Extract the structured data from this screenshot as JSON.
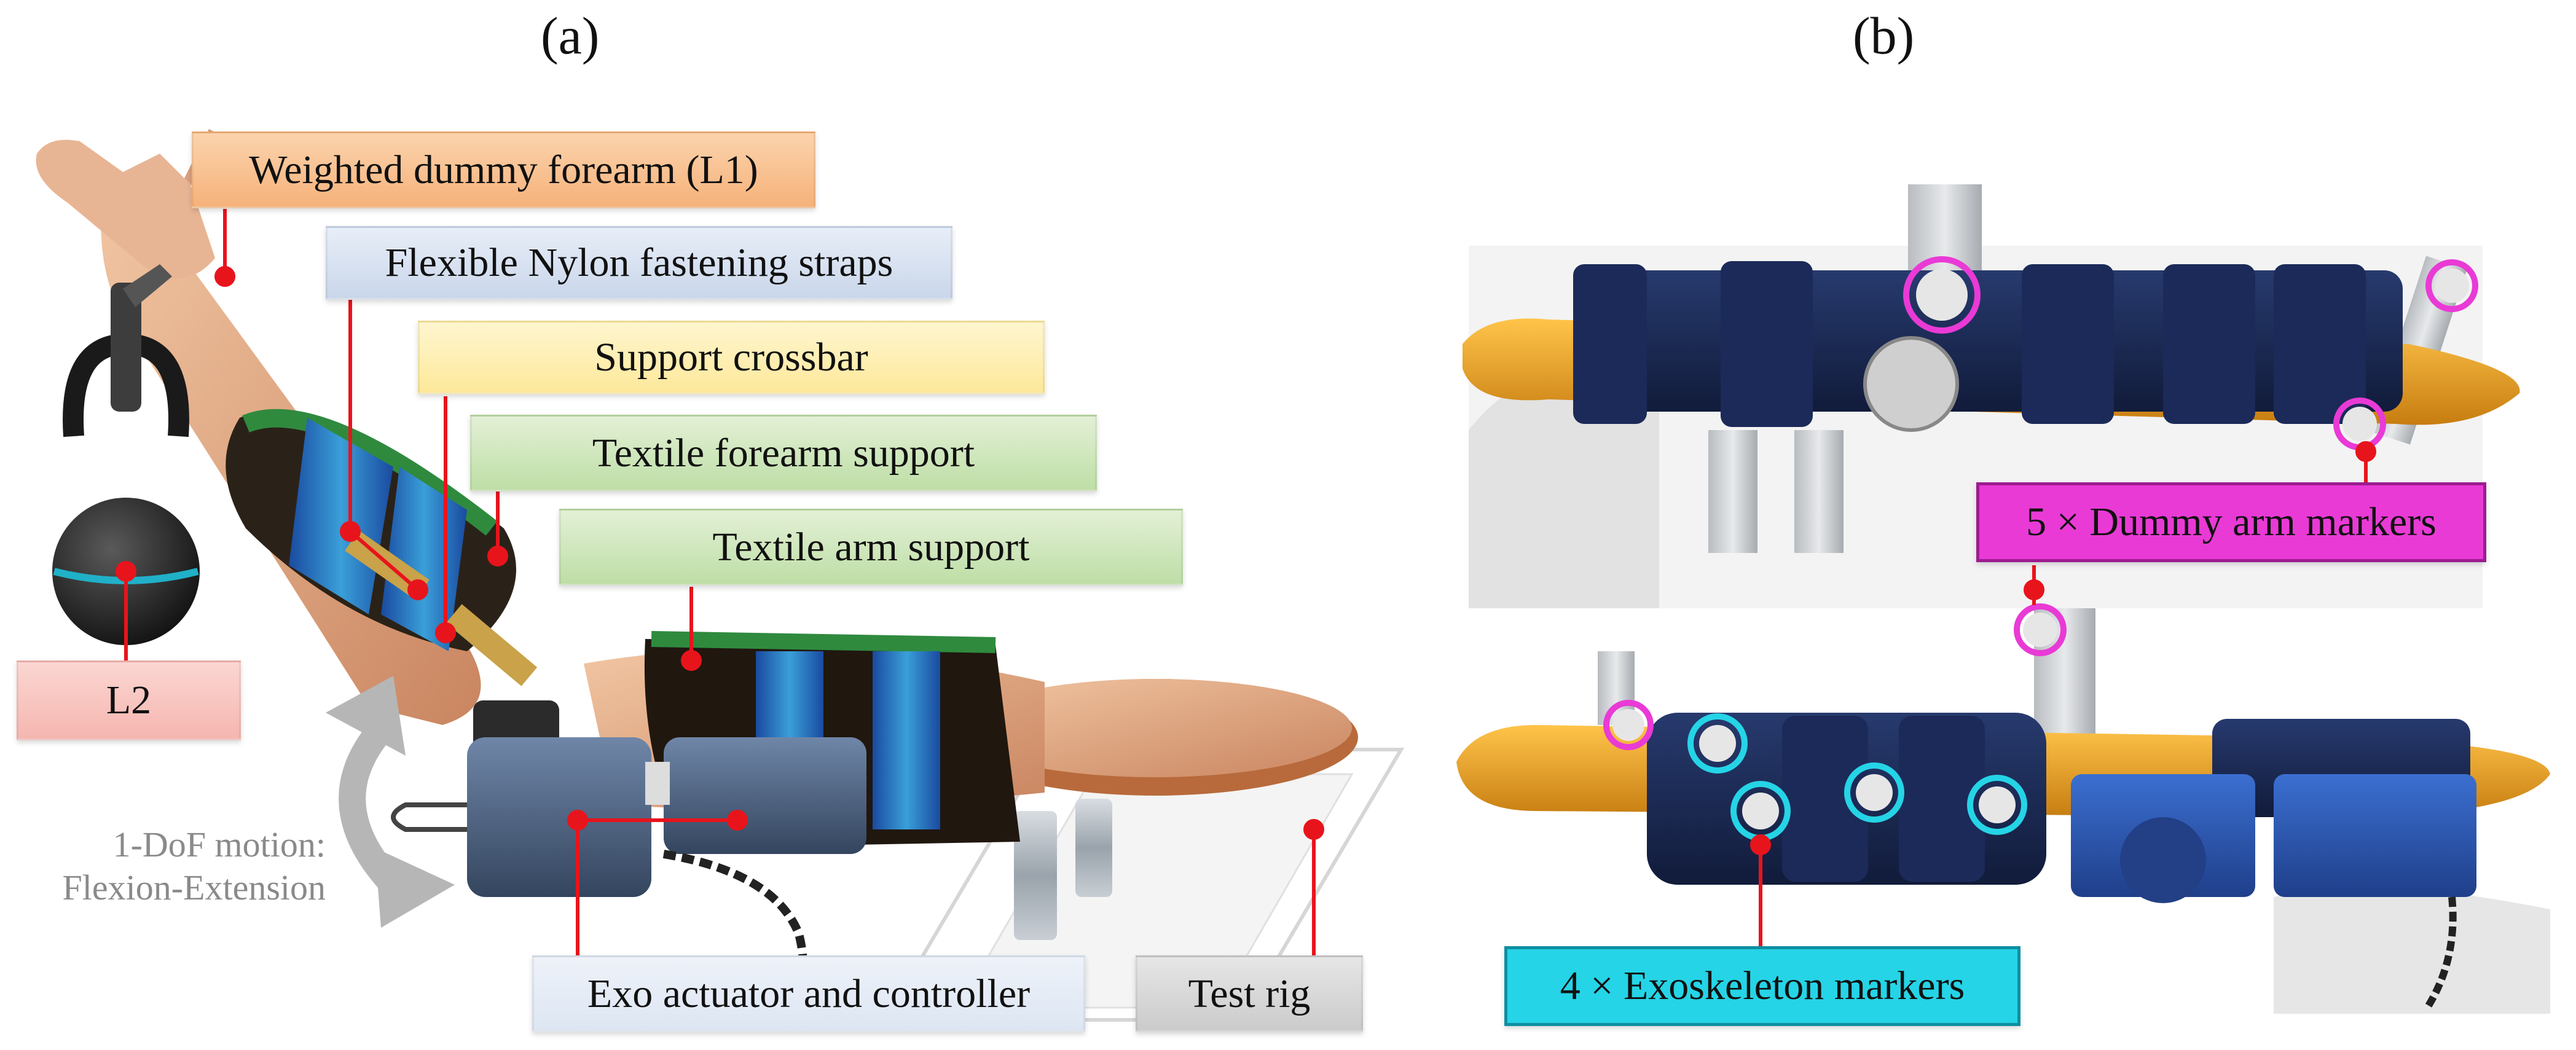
{
  "panel_labels": {
    "a": "(a)",
    "b": "(b)"
  },
  "callouts": {
    "weighted_forearm": "Weighted dummy forearm (L1)",
    "nylon_straps": "Flexible Nylon fastening straps",
    "support_crossbar": "Support crossbar",
    "textile_forearm": "Textile forearm support",
    "textile_arm": "Textile arm support",
    "l2": "L2",
    "exo_actuator": "Exo actuator and controller",
    "test_rig": "Test rig",
    "dummy_markers": "5 × Dummy arm markers",
    "exo_markers": "4 × Exoskeleton markers"
  },
  "motion": {
    "line1": "1-DoF motion:",
    "line2": "Flexion-Extension"
  },
  "colors": {
    "leader": "#e8141c",
    "dummy_marker_ring": "#e93ad6",
    "exo_marker_ring": "#25d4e6"
  }
}
